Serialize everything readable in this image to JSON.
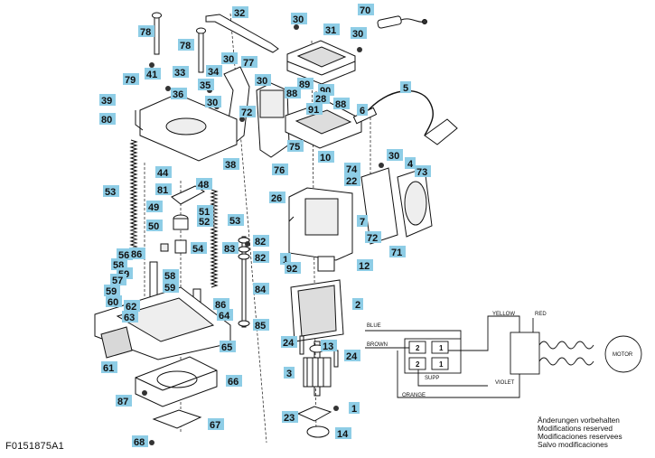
{
  "document_code": "F0151875A1",
  "notes": [
    "Änderungen vorbehalten",
    "Modifications reserved",
    "Modificaciones reservees",
    "Salvo modificaciones"
  ],
  "callout_color": "#8ecde6",
  "part_numbers": {
    "p78a": "78",
    "p78b": "78",
    "p32": "32",
    "p30a": "30",
    "p70": "70",
    "p31": "31",
    "p30b": "30",
    "p33": "33",
    "p34": "34",
    "p30c": "30",
    "p77": "77",
    "p30d": "30",
    "p79": "79",
    "p41": "41",
    "p35": "35",
    "p5": "5",
    "p89": "89",
    "p90": "90",
    "p88a": "88",
    "p28": "28",
    "p88b": "88",
    "p39": "39",
    "p36": "36",
    "p30e": "30",
    "p91": "91",
    "p6": "6",
    "p80": "80",
    "p72": "72",
    "p75": "75",
    "p10": "10",
    "p30f": "30",
    "p38": "38",
    "p76": "76",
    "p74": "74",
    "p4": "4",
    "p73": "73",
    "p44": "44",
    "p22": "22",
    "p81": "81",
    "p48": "48",
    "p53a": "53",
    "p26": "26",
    "p49": "49",
    "p51": "51",
    "p52": "52",
    "p53b": "53",
    "p7": "7",
    "p50": "50",
    "p72b": "72",
    "p82a": "82",
    "p54": "54",
    "p83": "83",
    "p82b": "82",
    "p71": "71",
    "p56": "56",
    "p86a": "86",
    "p1a": "1",
    "p58a": "58",
    "p59a": "59",
    "p58b": "58",
    "p57": "57",
    "p92": "92",
    "p12": "12",
    "p59b": "59",
    "p84": "84",
    "p60": "60",
    "p62": "62",
    "p86b": "86",
    "p2": "2",
    "p63": "63",
    "p64": "64",
    "p85": "85",
    "p24a": "24",
    "p13": "13",
    "p65": "65",
    "p24b": "24",
    "p61": "61",
    "p3": "3",
    "p66": "66",
    "p87": "87",
    "p1b": "1",
    "p23": "23",
    "p67": "67",
    "p14": "14",
    "p68": "68"
  },
  "wiring": {
    "blue": "BLUE",
    "brown": "BROWN",
    "yellow": "YELLOW",
    "red": "RED",
    "violet": "VIOLET",
    "orange": "ORANGE",
    "motor": "MOTOR",
    "switch_label": "SUPP",
    "t2a": "2",
    "t1a": "1",
    "t2b": "2",
    "t1b": "1"
  }
}
